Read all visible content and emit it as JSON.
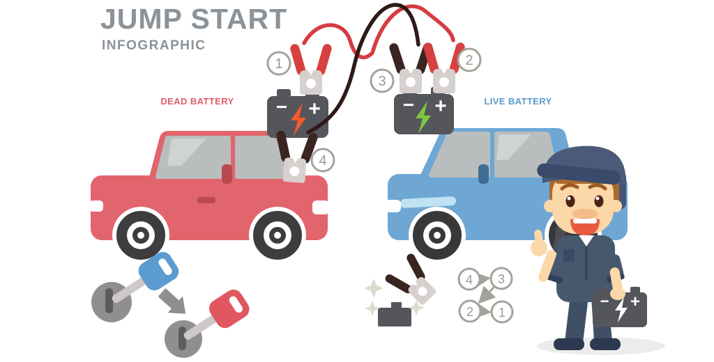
{
  "header": {
    "title": "JUMP START",
    "subtitle": "INFOGRAPHIC"
  },
  "labels": {
    "dead_battery": "DEAD BATTERY",
    "live_battery": "LIVE BATTERY"
  },
  "badges": {
    "one": "1",
    "two": "2",
    "three": "3",
    "four": "4"
  },
  "sequence": {
    "n4": "4",
    "n3": "3",
    "n2": "2",
    "n1": "1",
    "order_note": "4-3-2-1"
  },
  "signs": {
    "minus": "−",
    "plus": "+"
  },
  "colors": {
    "title_gray": "#8b9298",
    "dead_label_red": "#e05c63",
    "live_label_blue": "#5b9bc8",
    "car_red": "#e2646c",
    "car_blue": "#6ea7d4",
    "window_gray": "#b9bdbd",
    "battery_gray": "#55565c",
    "bolt_orange": "#f15a29",
    "bolt_green": "#7dc63f",
    "cable_red": "#d63c41",
    "cable_black": "#2f1a17",
    "clamp_jaw_gray": "#d6d0ce",
    "badge_ring_gray": "#a3a39b",
    "key_blue": "#5b9bd0",
    "key_red": "#e0575f",
    "ignition_gray": "#8f8f8f",
    "mechanic_navy": "#46586e",
    "skin": "#fcd7a8"
  }
}
